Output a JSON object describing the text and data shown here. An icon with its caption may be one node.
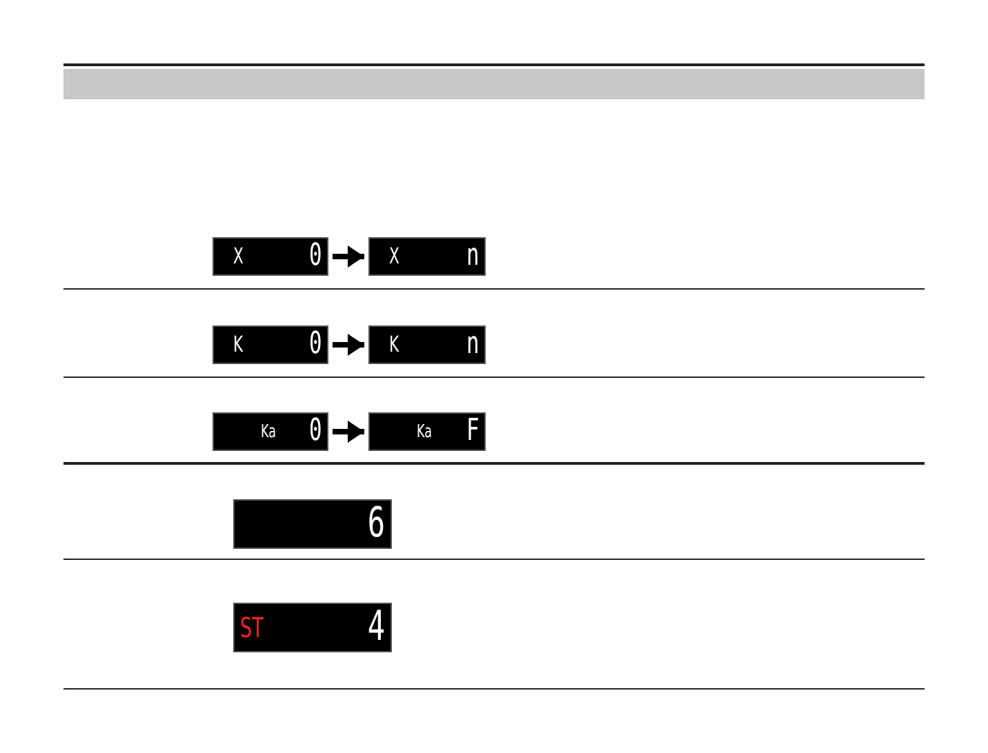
{
  "diagram": {
    "nodes": [
      {
        "text": [
          "X",
          "0"
        ]
      },
      {
        "text": [
          "X",
          "n"
        ]
      },
      {
        "text": [
          "K",
          "0"
        ]
      },
      {
        "text": [
          "K",
          "n"
        ]
      },
      {
        "text": [
          "Ka",
          "0"
        ]
      },
      {
        "text": [
          "Ka",
          "F"
        ]
      },
      {
        "text": [
          "6"
        ]
      },
      {
        "text": [
          "ST",
          "4"
        ]
      }
    ],
    "edges": [
      {
        "from": 0,
        "to": 1,
        "arrow": "to"
      },
      {
        "from": 2,
        "to": 3,
        "arrow": "to"
      },
      {
        "from": 4,
        "to": 5,
        "arrow": "to"
      }
    ]
  }
}
